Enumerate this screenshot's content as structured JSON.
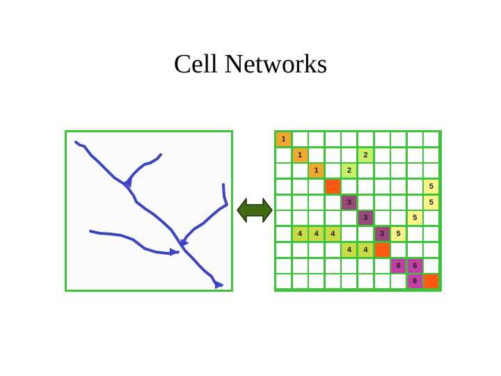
{
  "title": "Cell Networks",
  "colors": {
    "border_green": "#3ec43a",
    "stream_blue": "#3d44c2",
    "arrow_green": "#3f6b12",
    "cell_empty": "#ffffff"
  },
  "arrow_icon": "double-headed-arrow",
  "grid": {
    "rows": 10,
    "cols": 10,
    "cells": [
      {
        "row": 0,
        "col": 0,
        "label": "1",
        "color": "#f0a830"
      },
      {
        "row": 1,
        "col": 1,
        "label": "1",
        "color": "#f0a830"
      },
      {
        "row": 1,
        "col": 5,
        "label": "2",
        "color": "#c8f06a"
      },
      {
        "row": 2,
        "col": 2,
        "label": "1",
        "color": "#f0a830"
      },
      {
        "row": 2,
        "col": 4,
        "label": "2",
        "color": "#c8f06a"
      },
      {
        "row": 3,
        "col": 3,
        "label": "",
        "color": "#ff5a14"
      },
      {
        "row": 3,
        "col": 9,
        "label": "5",
        "color": "#fdf58a"
      },
      {
        "row": 4,
        "col": 4,
        "label": "3",
        "color": "#9a4a7a"
      },
      {
        "row": 4,
        "col": 9,
        "label": "5",
        "color": "#fdf58a"
      },
      {
        "row": 5,
        "col": 5,
        "label": "3",
        "color": "#9a4a7a"
      },
      {
        "row": 5,
        "col": 8,
        "label": "5",
        "color": "#fdf58a"
      },
      {
        "row": 6,
        "col": 1,
        "label": "4",
        "color": "#c8dc48"
      },
      {
        "row": 6,
        "col": 2,
        "label": "4",
        "color": "#c8dc48"
      },
      {
        "row": 6,
        "col": 3,
        "label": "4",
        "color": "#c8dc48"
      },
      {
        "row": 6,
        "col": 6,
        "label": "3",
        "color": "#9a4a7a"
      },
      {
        "row": 6,
        "col": 7,
        "label": "5",
        "color": "#fdf58a"
      },
      {
        "row": 7,
        "col": 4,
        "label": "4",
        "color": "#c8dc48"
      },
      {
        "row": 7,
        "col": 5,
        "label": "4",
        "color": "#c8dc48"
      },
      {
        "row": 7,
        "col": 6,
        "label": "",
        "color": "#ff5a14"
      },
      {
        "row": 8,
        "col": 7,
        "label": "6",
        "color": "#c040a8"
      },
      {
        "row": 8,
        "col": 8,
        "label": "6",
        "color": "#c040a8"
      },
      {
        "row": 9,
        "col": 8,
        "label": "6",
        "color": "#c040a8"
      },
      {
        "row": 9,
        "col": 9,
        "label": "",
        "color": "#ff5a14"
      }
    ]
  }
}
